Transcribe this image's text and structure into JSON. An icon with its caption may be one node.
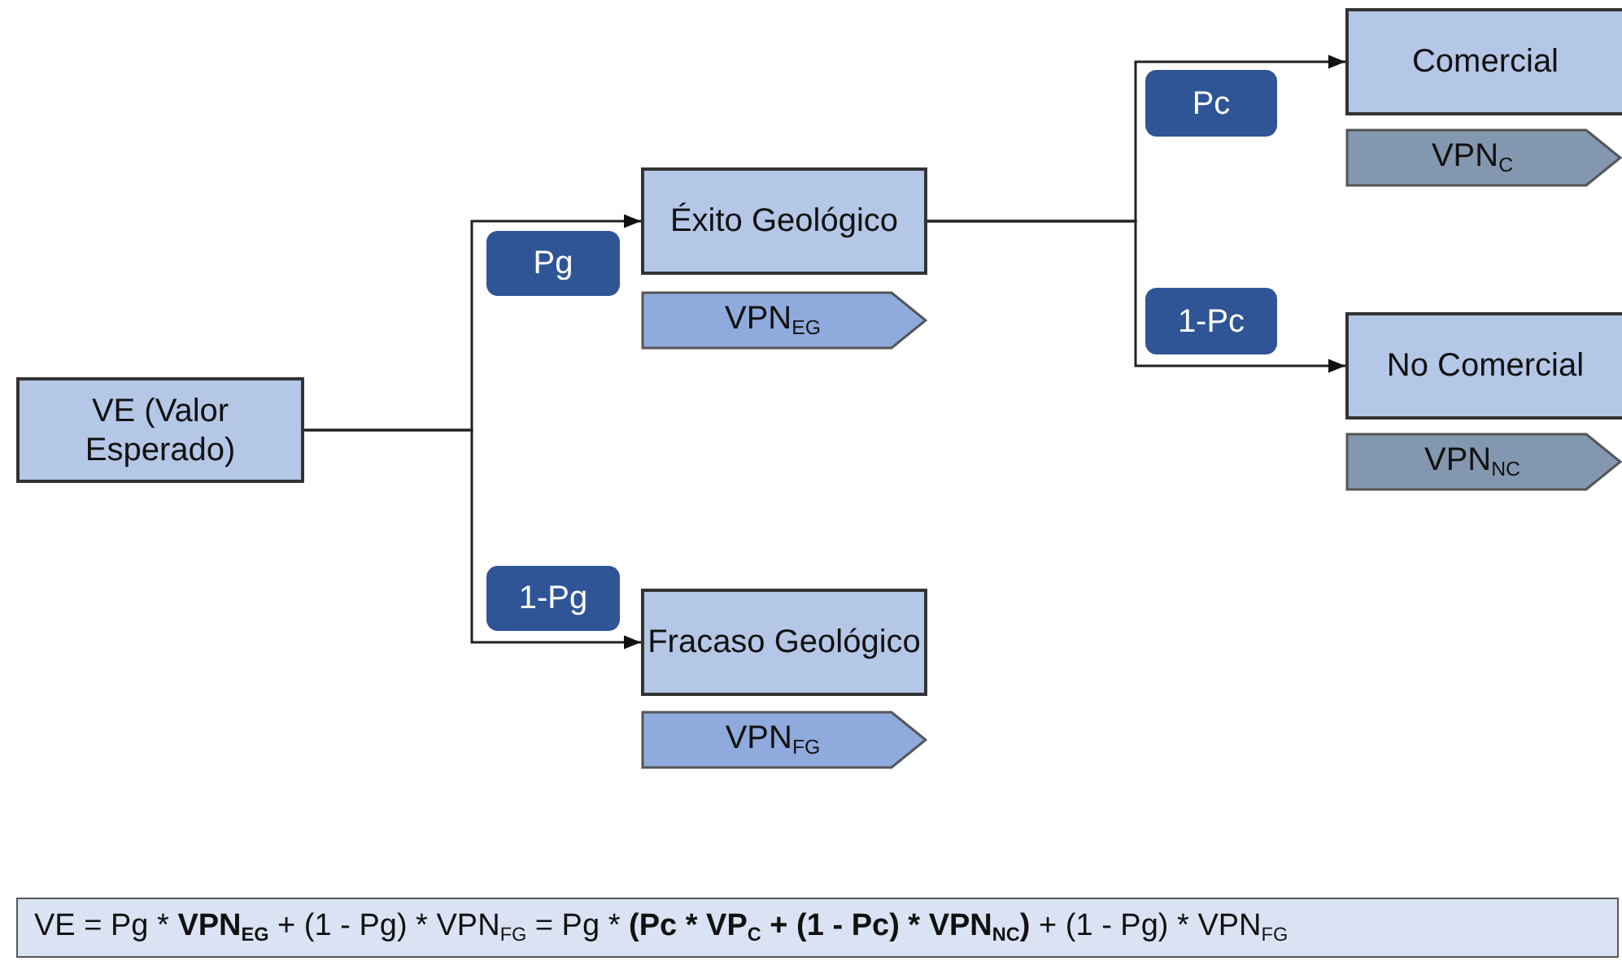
{
  "diagram": {
    "nodes": [
      {
        "text": [
          "VE (Valor Esperado)"
        ]
      },
      {
        "text": [
          "Éxito Geológico"
        ]
      },
      {
        "text": [
          "VPN$_{EG}$"
        ]
      },
      {
        "text": [
          "Pg"
        ]
      },
      {
        "text": [
          "1-Pg"
        ]
      },
      {
        "text": [
          "Fracaso Geológico"
        ]
      },
      {
        "text": [
          "VPN$_{FG}$"
        ]
      },
      {
        "text": [
          "Comercial"
        ]
      },
      {
        "text": [
          "VPN$_{C}$"
        ]
      },
      {
        "text": [
          "Pc"
        ]
      },
      {
        "text": [
          "1-Pc"
        ]
      },
      {
        "text": [
          "No Comercial"
        ]
      },
      {
        "text": [
          "VPN$_{NC}$"
        ]
      },
      {
        "text": [
          "VE = Pg * **VPN$_{EG}$** + (1 - Pg) * VPN$_{FG}$ = Pg * **(Pc * VP$_{C}$ + (1 - Pc) * VPN$_{NC}$)** + (1 - Pg) * VPN$_{FG}$"
        ]
      }
    ],
    "edges": [
      {
        "from": 0,
        "to": 1,
        "arrow": "to"
      },
      {
        "from": 0,
        "to": 5,
        "arrow": "to"
      },
      {
        "from": 1,
        "to": 7,
        "arrow": "to"
      },
      {
        "from": 1,
        "to": 11,
        "arrow": "to"
      }
    ]
  }
}
